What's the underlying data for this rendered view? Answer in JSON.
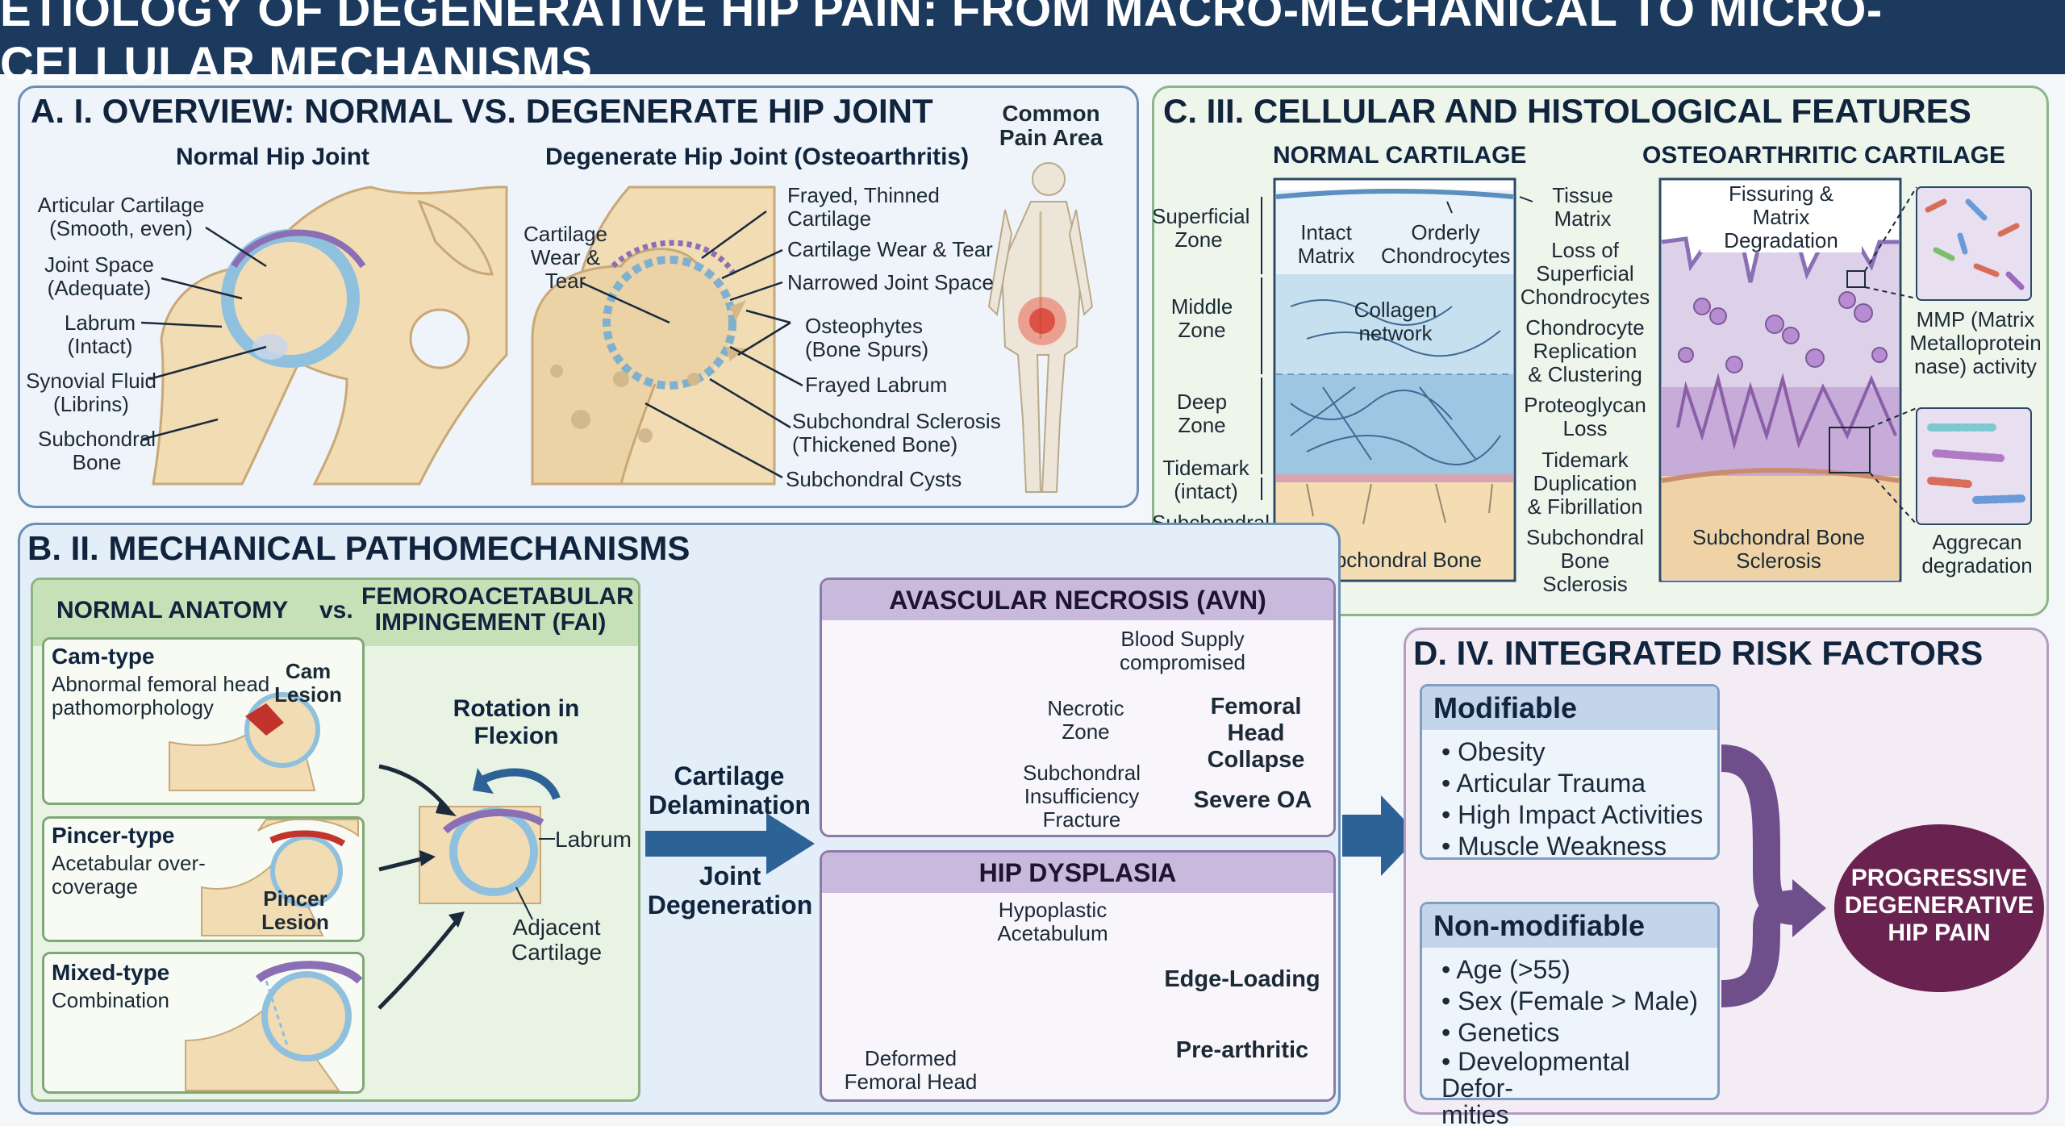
{
  "title": "ETIOLOGY OF DEGENERATIVE HIP PAIN: FROM MACRO-MECHANICAL TO MICRO-CELLULAR MECHANISMS",
  "panel_a": {
    "title": "A. I. OVERVIEW: NORMAL VS. DEGENERATE HIP JOINT",
    "normal_title": "Normal Hip Joint",
    "degenerate_title": "Degenerate Hip Joint (Osteoarthritis)",
    "pain_title": "Common\nPain Area",
    "normal_labels": [
      "Articular Cartilage\n(Smooth, even)",
      "Joint Space\n(Adequate)",
      "Labrum\n(Intact)",
      "Synovial Fluid\n(Librins)",
      "Subchondral\nBone"
    ],
    "cartilage_wear": "Cartilage\nWear &\nTear",
    "degenerate_labels": [
      "Frayed, Thinned\nCartilage",
      "Cartilage Wear & Tear",
      "Narrowed Joint Space",
      "Osteophytes\n(Bone Spurs)",
      "Frayed Labrum",
      "Subchondral Sclerosis\n(Thickened Bone)",
      "Subchondral Cysts"
    ]
  },
  "panel_b": {
    "title": "B. II. MECHANICAL PATHOMECHANISMS",
    "fai_header_left": "NORMAL ANATOMY",
    "fai_header_vs": "vs.",
    "fai_header_right": "FEMOROACETABULAR\nIMPINGEMENT (FAI)",
    "cam_title": "Cam-type",
    "cam_desc": "Abnormal femoral head\npathomorphology",
    "cam_lesion": "Cam\nLesion",
    "pincer_title": "Pincer-type",
    "pincer_desc": "Acetabular over-\ncoverage",
    "pincer_lesion": "Pincer\nLesion",
    "mixed_title": "Mixed-type",
    "mixed_desc": "Combination",
    "rotation": "Rotation in\nFlexion",
    "labrum": "Labrum",
    "adjacent": "Adjacent\nCartilage",
    "delamination": "Cartilage\nDelamination",
    "joint_degeneration": "Joint\nDegeneration",
    "avn_title": "AVASCULAR NECROSIS (AVN)",
    "blood_supply": "Blood Supply\ncompromised",
    "necrotic": "Necrotic\nZone",
    "subchondral_fracture": "Subchondral\nInsufficiency\nFracture",
    "femoral_collapse": "Femoral Head\nCollapse",
    "severe_oa": "Severe OA",
    "dysplasia_title": "HIP DYSPLASIA",
    "hypoplastic": "Hypoplastic\nAcetabulum",
    "deformed": "Deformed\nFemoral Head",
    "edge_loading": "Edge-Loading",
    "pre_arthritic": "Pre-arthritic"
  },
  "panel_c": {
    "title": "C. III. CELLULAR AND HISTOLOGICAL FEATURES",
    "normal_title": "NORMAL CARTILAGE",
    "oa_title": "OSTEOARTHRITIC CARTILAGE",
    "zones": [
      "Superficial\nZone",
      "Middle\nZone",
      "Deep\nZone",
      "Tidemark\n(intact)",
      "Subchondral\nBone"
    ],
    "intact_matrix": "Intact\nMatrix",
    "orderly": "Orderly\nChondrocytes",
    "collagen": "Collagen\nnetwork",
    "normal_bone": "Subchondral Bone",
    "middle_labels": [
      "Tissue\nMatrix",
      "Loss of\nSuperficial\nChondrocytes",
      "Chondrocyte\nReplication\n& Clustering",
      "Proteoglycan\nLoss",
      "Tidemark\nDuplication\n& Fibrillation",
      "Subchondral\nBone\nSclerosis"
    ],
    "fissuring": "Fissuring & Matrix\nDegradation",
    "oa_bone": "Subchondral Bone\nSclerosis",
    "mmp": "MMP (Matrix\nMetalloprotein\nnase) activity",
    "aggrecan": "Aggrecan\ndegradation"
  },
  "panel_d": {
    "title": "D. IV. INTEGRATED RISK FACTORS",
    "modifiable_title": "Modifiable",
    "modifiable": [
      "Obesity",
      "Articular Trauma",
      "High Impact Activities",
      "Muscle Weakness"
    ],
    "nonmod_title": "Non-modifiable",
    "nonmodifiable": [
      "Age (>55)",
      "Sex (Female > Male)",
      "Genetics",
      "Developmental Defor-\nmities"
    ],
    "outcome": "PROGRESSIVE\nDEGENERATIVE\nHIP PAIN"
  },
  "colors": {
    "header_bg": "#1c3a5e",
    "bone": "#f1dcb4",
    "cartilage": "#8fc0de",
    "labrum": "#8a6fb5",
    "lesion": "#c2332b",
    "outcome": "#6a2350",
    "arrow_blue": "#2d6296",
    "arrow_purple": "#6e4f8c"
  }
}
